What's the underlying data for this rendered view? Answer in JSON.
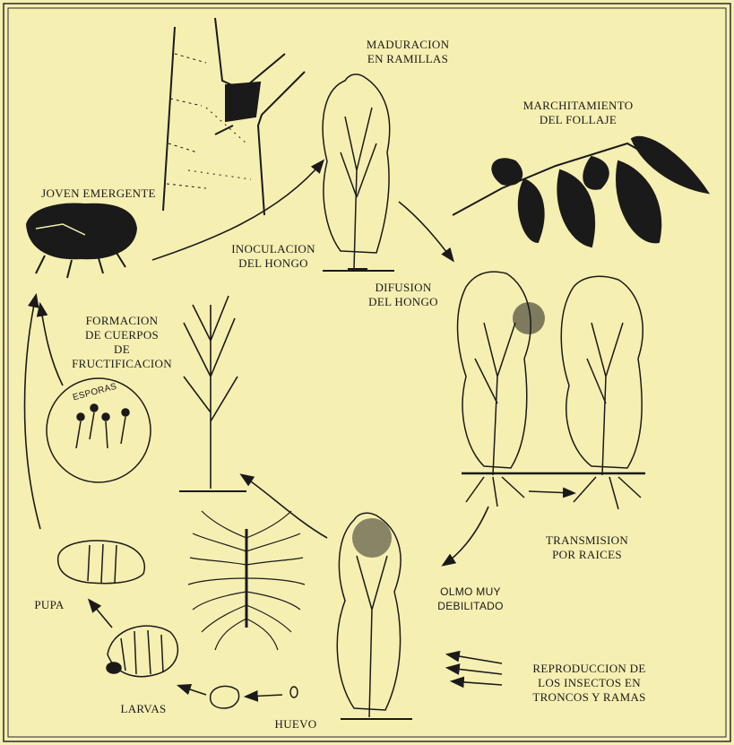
{
  "colors": {
    "background": "#f6efb2",
    "ink": "#1a1a1a",
    "frame": "#2a2a2a"
  },
  "labels": {
    "maduracion": "MADURACION\nEN RAMILLAS",
    "marchitamiento": "MARCHITAMIENTO\nDEL FOLLAJE",
    "joven": "JOVEN EMERGENTE",
    "inoculacion": "INOCULACION\nDEL HONGO",
    "difusion": "DIFUSION\nDEL HONGO",
    "formacion": "FORMACION\nDE CUERPOS\nDE\nFRUCTIFICACION",
    "esporas": "ESPORAS",
    "transmision": "TRANSMISION\nPOR RAICES",
    "olmo": "OLMO MUY\nDEBILITADO",
    "pupa": "PUPA",
    "larvas": "LARVAS",
    "huevo": "HUEVO",
    "reproduccion": "REPRODUCCION DE\nLOS INSECTOS EN\nTRONCOS Y RAMAS"
  },
  "icons": {
    "trunk": "elm-trunk-icon",
    "beetle": "beetle-icon",
    "leaves": "wilted-leaves-icon",
    "tree": "elm-tree-icon",
    "spores": "spores-circle-icon",
    "galleries": "larval-galleries-icon",
    "pupa": "pupa-icon",
    "larva": "larva-icon",
    "egg": "egg-icon"
  }
}
